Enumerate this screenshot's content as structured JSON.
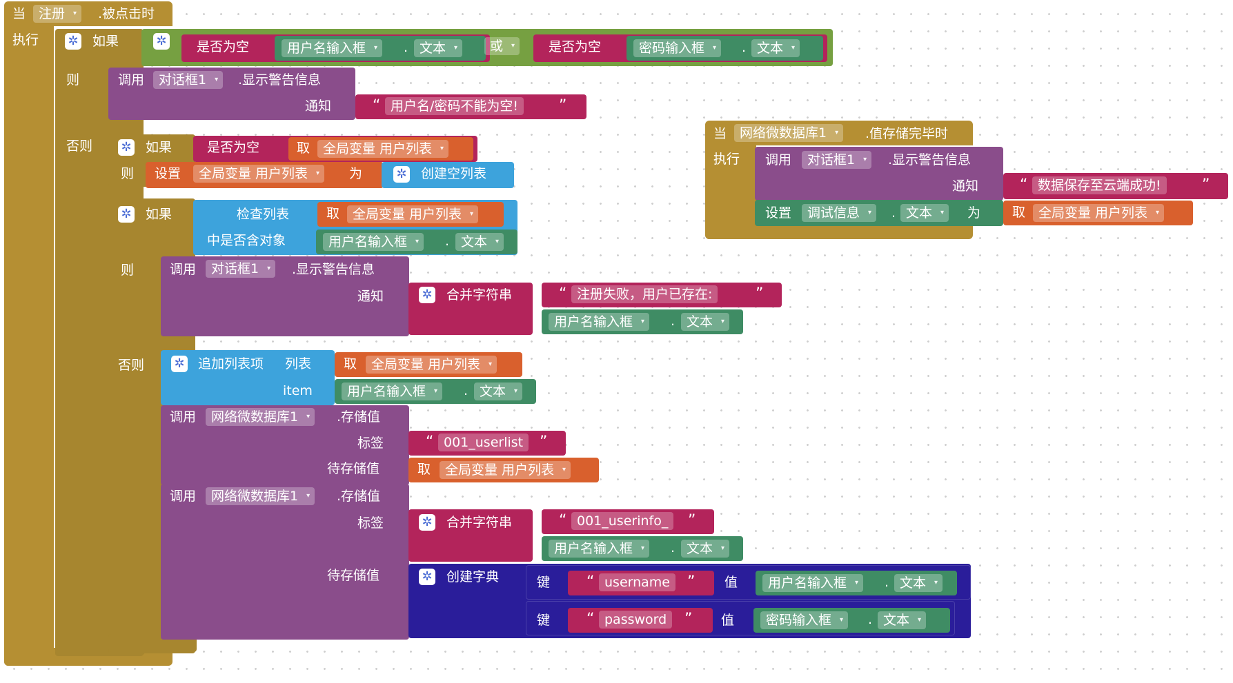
{
  "event1": {
    "when": "当",
    "component": "注册",
    "event": ".被点击时",
    "do": "执行"
  },
  "if1": {
    "if": "如果",
    "is_empty_a": "是否为空",
    "username_box": "用户名输入框",
    "dot": ".",
    "text_prop": "文本",
    "or": "或",
    "is_empty_b": "是否为空",
    "password_box": "密码输入框",
    "then": "则",
    "call": "调用",
    "dialog": "对话框1",
    "show_alert": ".显示警告信息",
    "notice": "通知",
    "msg": "用户名/密码不能为空!",
    "else": "否则"
  },
  "if2": {
    "if": "如果",
    "is_empty": "是否为空",
    "get": "取",
    "global_userlist": "全局变量 用户列表",
    "then": "则",
    "set": "设置",
    "to": "为",
    "create_empty_list": "创建空列表"
  },
  "if3": {
    "if": "如果",
    "check_list": "检查列表",
    "contains": "中是否含对象",
    "get": "取",
    "global_userlist": "全局变量 用户列表",
    "username_box": "用户名输入框",
    "text_prop": "文本",
    "then": "则",
    "call": "调用",
    "dialog": "对话框1",
    "show_alert": ".显示警告信息",
    "notice": "通知",
    "join": "合并字符串",
    "fail_msg": "注册失败，用户已存在:",
    "else": "否则"
  },
  "append": {
    "label": "追加列表项",
    "list": "列表",
    "item": "item",
    "get": "取",
    "global_userlist": "全局变量 用户列表",
    "username_box": "用户名输入框",
    "text_prop": "文本"
  },
  "store1": {
    "call": "调用",
    "db": "网络微数据库1",
    "store_value": ".存储值",
    "tag": "标签",
    "tag_value": "001_userlist",
    "value_to_store": "待存储值",
    "get": "取",
    "global_userlist": "全局变量 用户列表"
  },
  "store2": {
    "call": "调用",
    "db": "网络微数据库1",
    "store_value": ".存储值",
    "tag": "标签",
    "join": "合并字符串",
    "tag_value": "001_userinfo_",
    "username_box": "用户名输入框",
    "text_prop": "文本",
    "value_to_store": "待存储值",
    "make_dict": "创建字典",
    "key": "键",
    "value": "值",
    "key1": "username",
    "key2": "password",
    "password_box": "密码输入框"
  },
  "event2": {
    "when": "当",
    "component": "网络微数据库1",
    "event": ".值存储完毕时",
    "do": "执行",
    "call": "调用",
    "dialog": "对话框1",
    "show_alert": ".显示警告信息",
    "notice": "通知",
    "msg": "数据保存至云端成功!",
    "set": "设置",
    "debug": "调试信息",
    "text_prop": "文本",
    "to": "为",
    "get": "取",
    "global_userlist": "全局变量 用户列表"
  },
  "symbols": {
    "dropdown": "▾",
    "quote_open": "“",
    "quote_close": "”",
    "gear": "✲",
    "dot": "."
  },
  "colors": {
    "event": "#b58f33",
    "procedure": "#8a4d8b",
    "logic": "#76a041",
    "list": "#3da3dc",
    "variable": "#d9602d",
    "component": "#3f8c64",
    "text": "#b3245b",
    "dictionary": "#2a1d9a"
  }
}
